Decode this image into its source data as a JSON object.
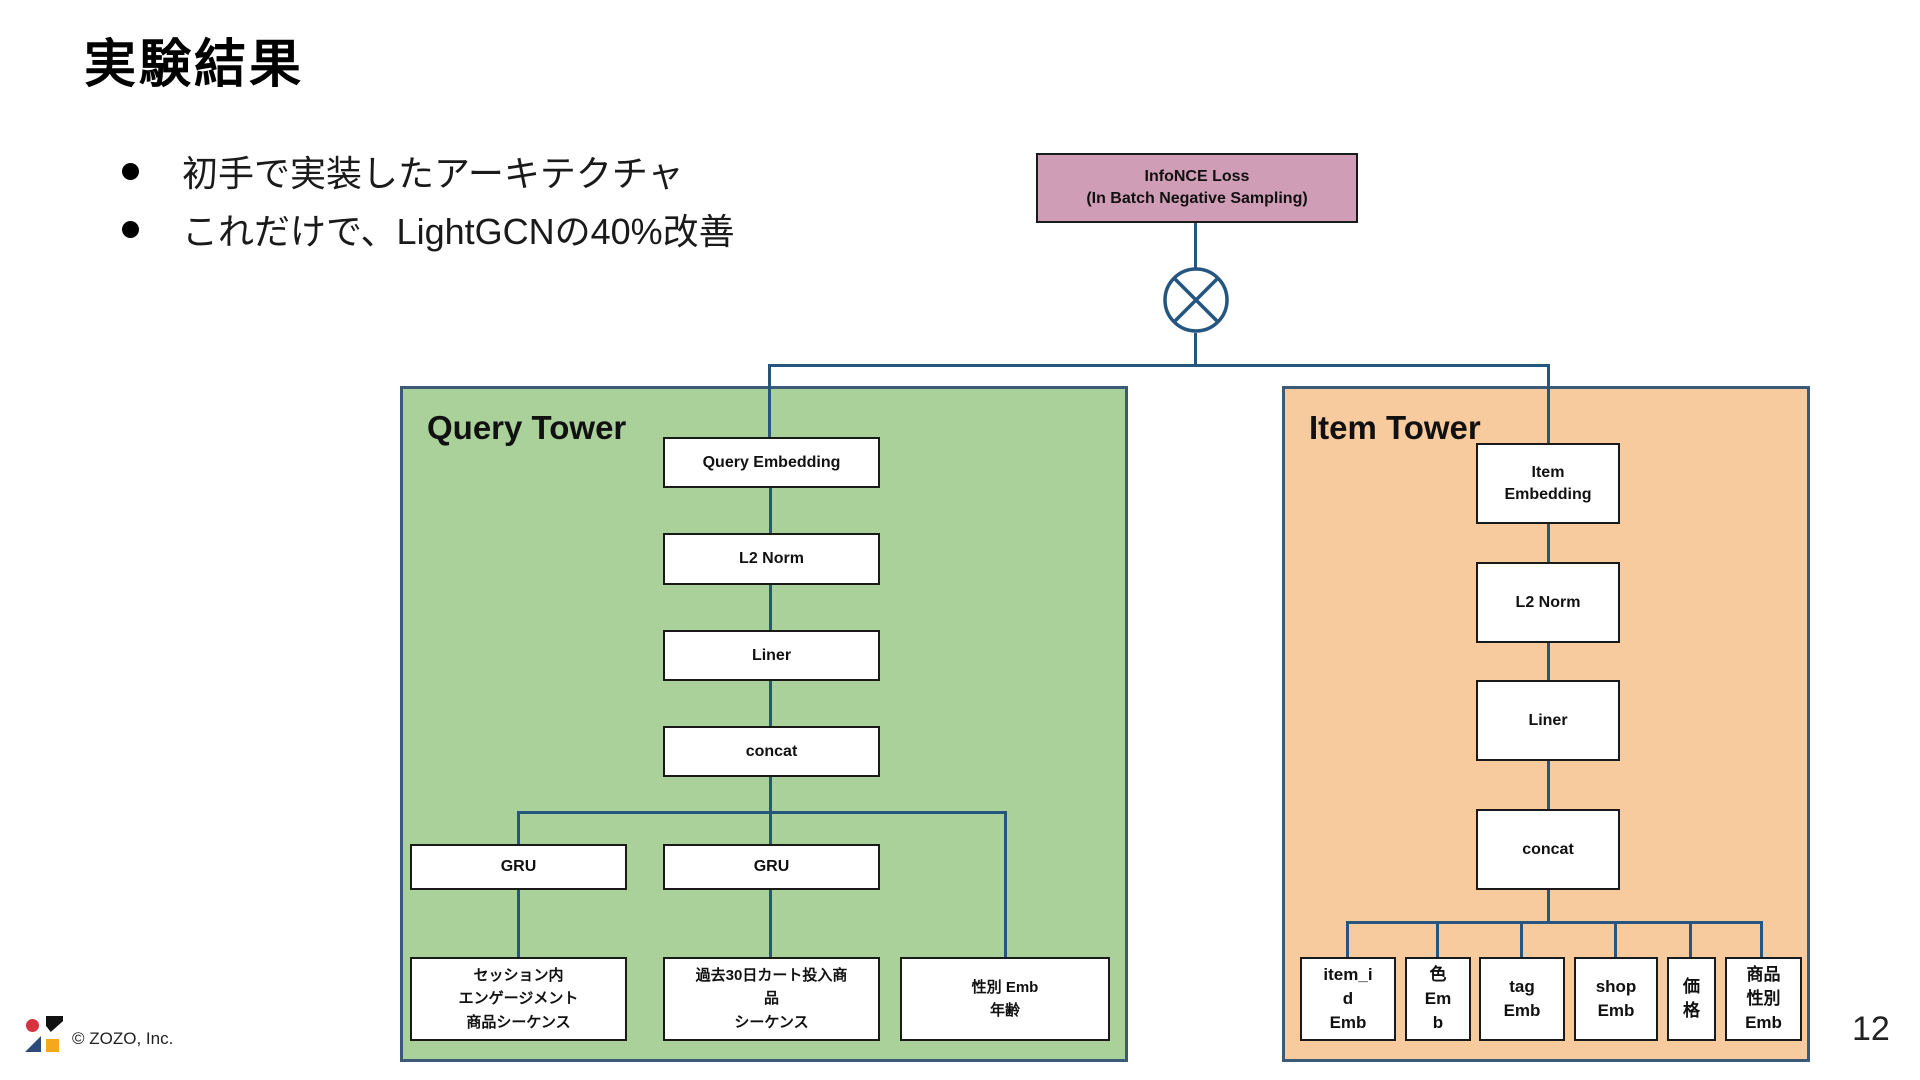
{
  "slide": {
    "title": "実験結果",
    "bullets": [
      "初手で実装したアーキテクチャ",
      "これだけで、LightGCNの40%改善"
    ],
    "footer_text": "© ZOZO, Inc.",
    "page_number": "12"
  },
  "colors": {
    "loss_box": "#cf9db6",
    "query_tower_bg": "#abd19b",
    "item_tower_bg": "#f8cb9f",
    "connector_line": "#255680",
    "tower_border": "#3a5a78",
    "node_border": "#1a1a1a"
  },
  "diagram": {
    "loss_node": "InfoNCE Loss\n(In Batch Negative Sampling)",
    "multiply_icon": "circled-times",
    "query_tower": {
      "label": "Query Tower",
      "embedding": "Query Embedding",
      "l2_norm": "L2 Norm",
      "linear": "Liner",
      "concat": "concat",
      "gru_left": "GRU",
      "gru_right": "GRU",
      "input_session": "セッション内\nエンゲージメント\n商品シーケンス",
      "input_cart": "過去30日カート投入商\n品\nシーケンス",
      "input_profile": "性別 Emb\n年齢"
    },
    "item_tower": {
      "label": "Item Tower",
      "embedding": "Item\nEmbedding",
      "l2_norm": "L2 Norm",
      "linear": "Liner",
      "concat": "concat",
      "inputs": [
        "item_i\nd\nEmb",
        "色\nEm\nb",
        "tag\nEmb",
        "shop\nEmb",
        "価\n格",
        "商品\n性別\nEmb"
      ]
    }
  }
}
